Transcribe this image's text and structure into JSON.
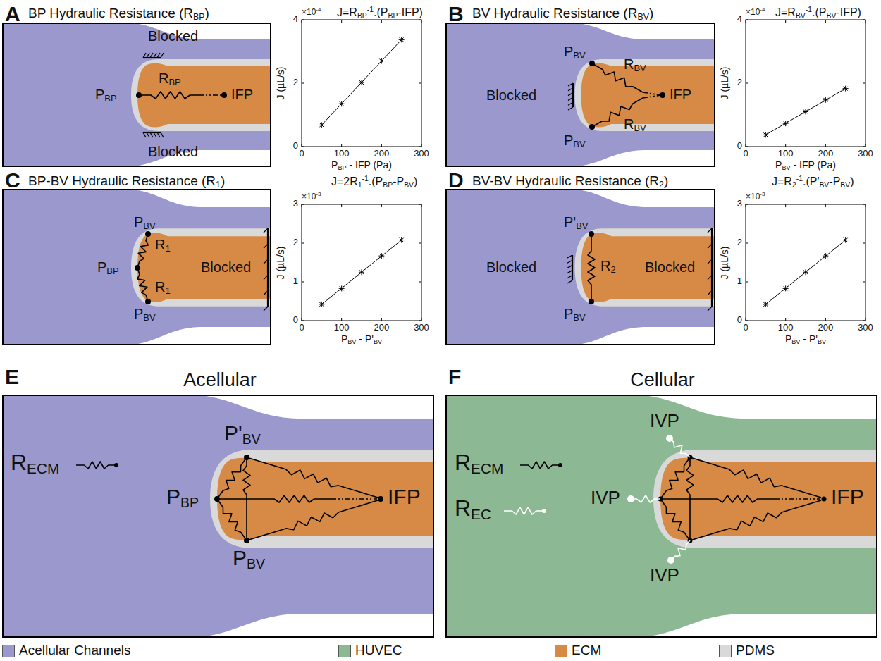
{
  "diagram": {
    "nodes": [
      {
        "text": [
          "A"
        ]
      },
      {
        "text": [
          "B"
        ]
      },
      {
        "text": [
          "C"
        ]
      },
      {
        "text": [
          "D"
        ]
      },
      {
        "text": [
          "E",
          "Acellular"
        ]
      },
      {
        "text": [
          "F",
          "Cellular"
        ]
      }
    ],
    "labels": [
      "BP Hydraulic Resistance (R",
      "BP",
      ")",
      "J=R",
      "BP",
      "-1",
      ".(P",
      "BP",
      "-IFP)",
      "Blocked",
      "P",
      "BP",
      "R",
      "BP",
      "IFP",
      "Blocked",
      "×10",
      "-4",
      "4",
      "2",
      "0",
      "0",
      "100",
      "200",
      "300",
      "J (µL/s)",
      "P",
      "BP",
      " - IFP (Pa)",
      "BV Hydraulic Resistance (R",
      "BV",
      ")",
      "J=R",
      "BV",
      "-1",
      ".(P",
      "BV",
      "-IFP)",
      "P",
      "BV",
      "R",
      "BV",
      "Blocked",
      "IFP",
      "R",
      "BV",
      "P",
      "BV",
      "×10",
      "-4",
      "4",
      "2",
      "0",
      "0",
      "100",
      "200",
      "300",
      "J (µL/s)",
      "P",
      "BV",
      " - IFP (Pa)",
      "BP-BV Hydraulic Resistance (R",
      "1",
      ")",
      "J=2R",
      "1",
      "-1",
      ".(P",
      "BP",
      "-P",
      "BV",
      ")",
      "P",
      "BV",
      "R",
      "1",
      "P",
      "BP",
      "Blocked",
      "R",
      "1",
      "P",
      "BV",
      "×10",
      "-3",
      "3",
      "2",
      "1",
      "0",
      "0",
      "100",
      "200",
      "300",
      "J (µL/s)",
      "P",
      "BV",
      " - P'",
      "BV",
      "BV-BV Hydraulic Resistance (R",
      "2",
      ")",
      "J=R",
      "2",
      "-1",
      ".(P'",
      "BV",
      "-P",
      "BV",
      ")",
      "P'",
      "BV",
      "Blocked",
      "R",
      "2",
      "Blocked",
      "P",
      "BV",
      "×10",
      "-3",
      "3",
      "2",
      "1",
      "0",
      "0",
      "100",
      "200",
      "300",
      "J (µL/s)",
      "P",
      "BV",
      " - P'",
      "BV",
      "R",
      "ECM",
      "P'",
      "BV",
      "P",
      "BP",
      "IFP",
      "P",
      "BV",
      "R",
      "ECM",
      "IVP",
      "IVP",
      "IFP",
      "R",
      "EC",
      "IVP"
    ],
    "legend": [
      {
        "text": "Acellular Channels",
        "color": "#9a98cd"
      },
      {
        "text": "HUVEC",
        "color": "#8cb894"
      },
      {
        "text": "ECM",
        "color": "#d68a45"
      },
      {
        "text": "PDMS",
        "color": "#d9d9d9"
      }
    ]
  }
}
